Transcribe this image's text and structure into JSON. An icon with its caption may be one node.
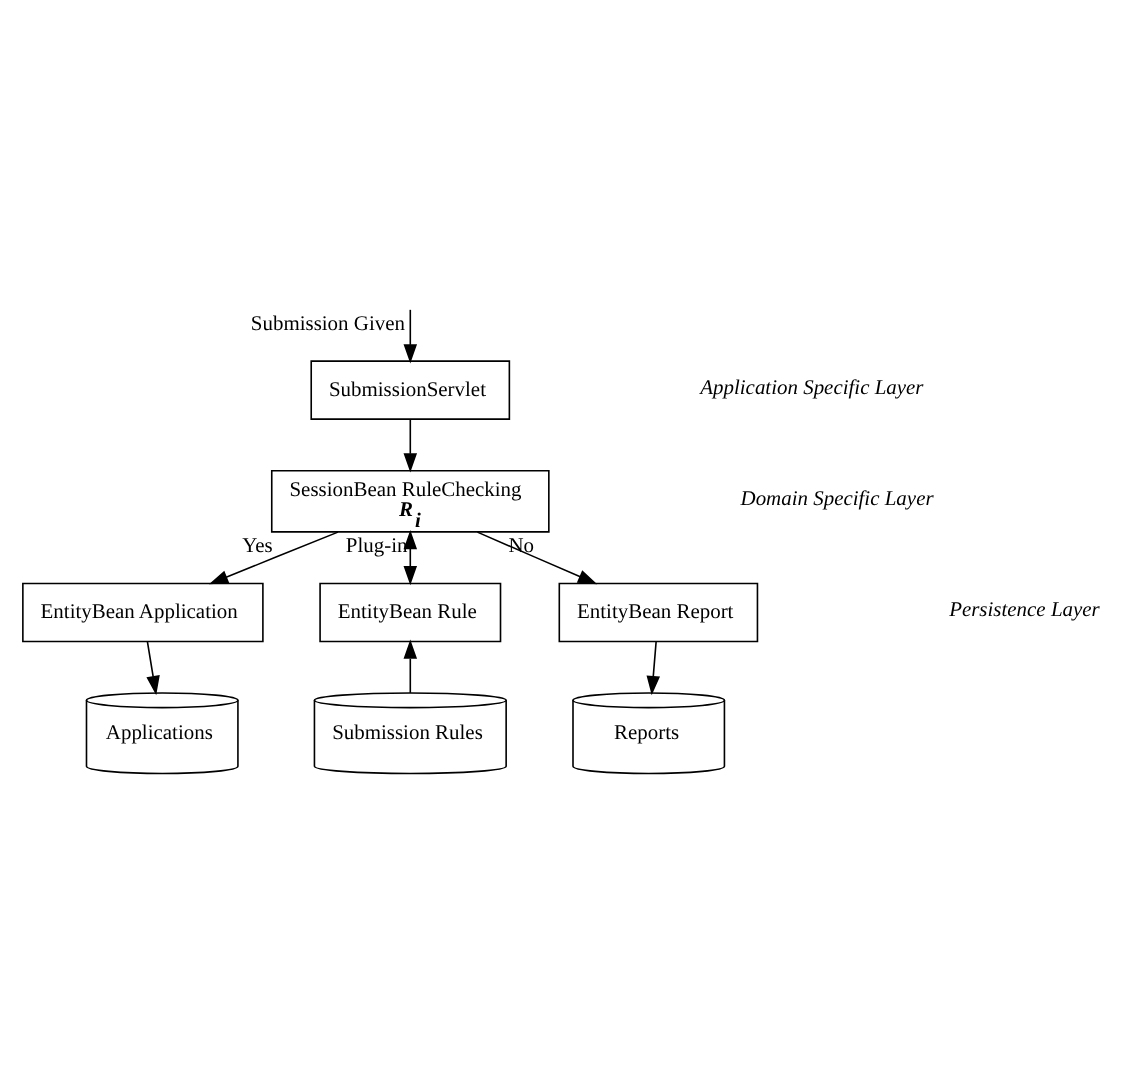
{
  "diagram": {
    "nodes": [
      {
        "text": [
          "SubmissionServlet"
        ]
      },
      {
        "text": [
          "SessionBean RuleChecking",
          "R$_{i}$"
        ]
      },
      {
        "text": [
          "EntityBean Application"
        ]
      },
      {
        "text": [
          "EntityBean Rule"
        ]
      },
      {
        "text": [
          "EntityBean Report"
        ]
      },
      {
        "text": [
          "Applications"
        ]
      },
      {
        "text": [
          "Submission Rules"
        ]
      },
      {
        "text": [
          "Reports"
        ]
      }
    ],
    "edges": [
      {
        "from": null,
        "to": 0,
        "arrow": "to",
        "label": "Submission Given"
      },
      {
        "from": 0,
        "to": 1,
        "arrow": "to"
      },
      {
        "from": 1,
        "to": 2,
        "arrow": "to",
        "label": "Yes"
      },
      {
        "from": 1,
        "to": 3,
        "arrow": "both",
        "label": "Plug-in"
      },
      {
        "from": 1,
        "to": 4,
        "arrow": "to",
        "label": "No"
      },
      {
        "from": 2,
        "to": 5,
        "arrow": "to"
      },
      {
        "from": 6,
        "to": 3,
        "arrow": "to"
      },
      {
        "from": 4,
        "to": 7,
        "arrow": "to"
      }
    ],
    "labels": [
      "Application Specific Layer",
      "Domain Specific Layer",
      "Persistence Layer"
    ]
  }
}
